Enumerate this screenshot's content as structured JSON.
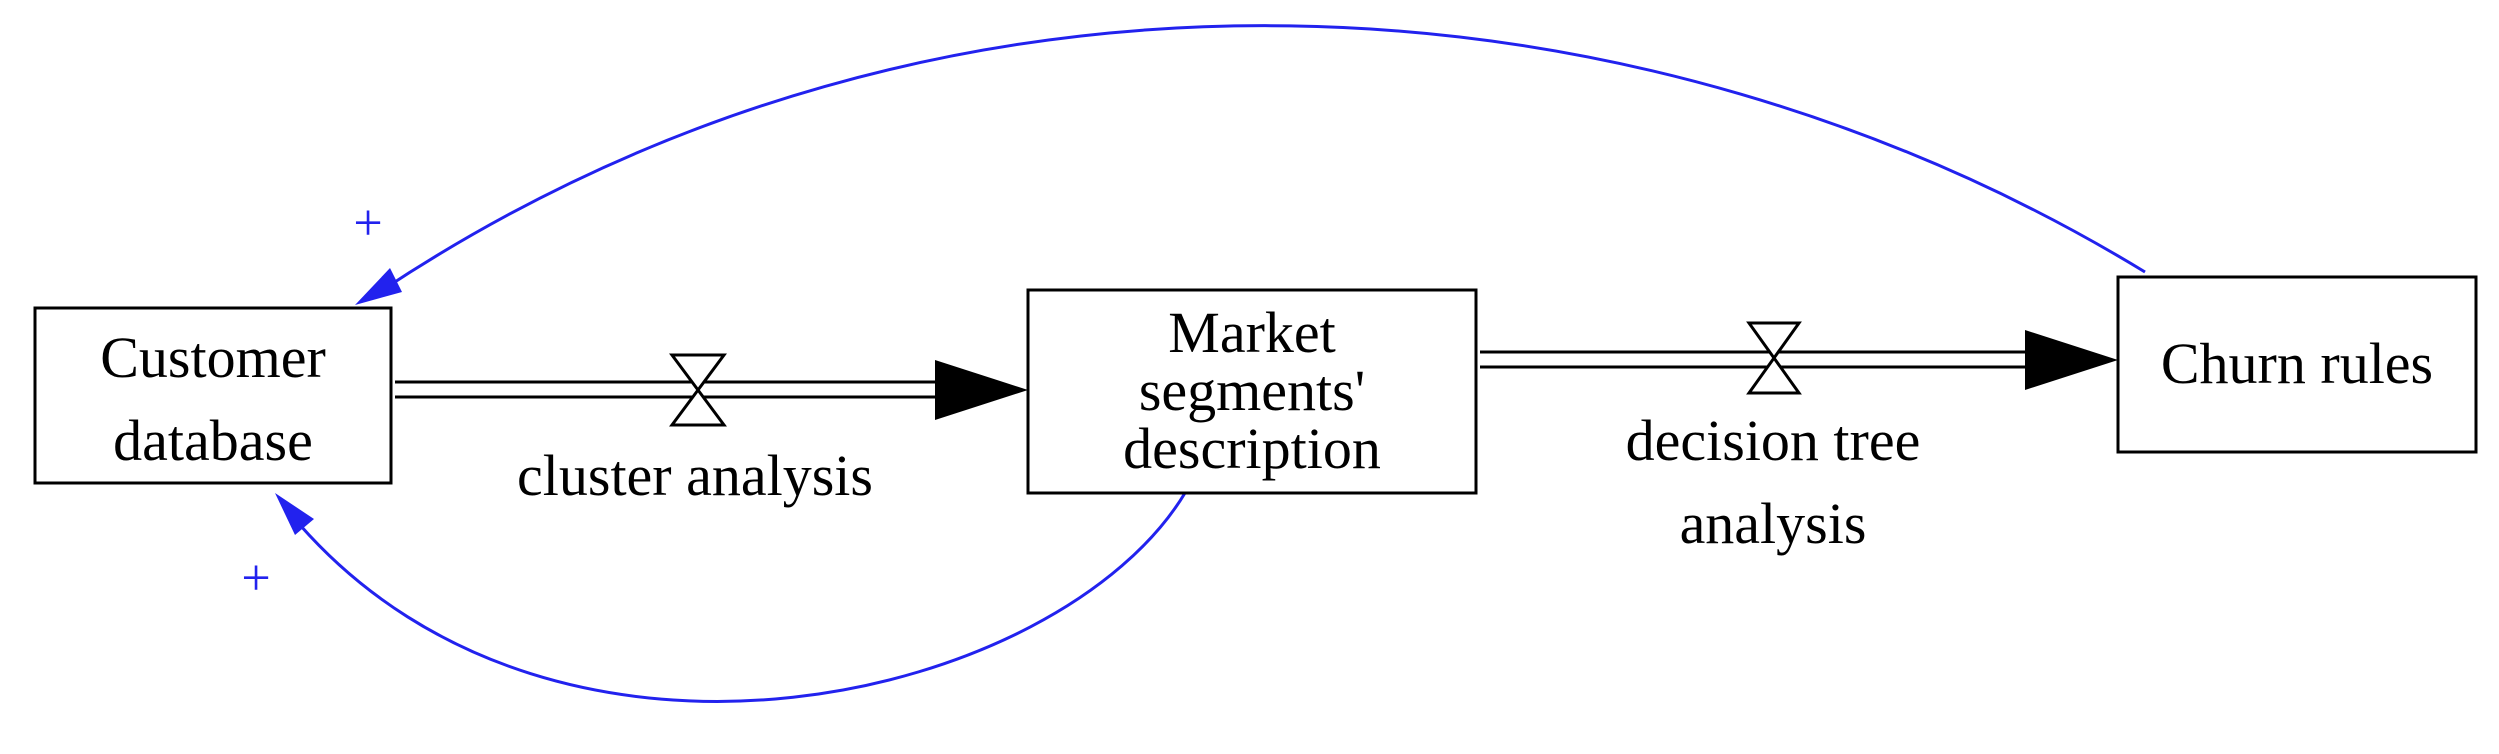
{
  "colors": {
    "link": "#2222ee",
    "stock_border": "#000000",
    "text": "#000000"
  },
  "stocks": {
    "customer_database": {
      "line1": "Customer",
      "line2": "database"
    },
    "market_segments": {
      "line1": "Market",
      "line2": "segments'",
      "line3": "description"
    },
    "churn_rules": {
      "label": "Churn rules"
    }
  },
  "flows": {
    "cluster_analysis": {
      "label": "cluster analysis"
    },
    "decision_tree": {
      "line1": "decision tree",
      "line2": "analysis"
    }
  },
  "links": {
    "churn_to_customer": {
      "polarity": "+"
    },
    "segments_to_customer": {
      "polarity": "+"
    }
  }
}
